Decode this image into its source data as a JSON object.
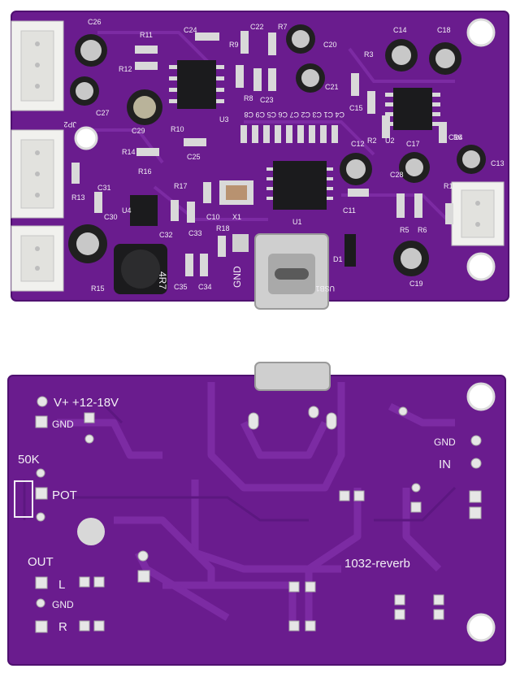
{
  "colors": {
    "board": "#6a1c8e",
    "board_edge": "#4f1170",
    "trace": "#7c2ba3",
    "pad": "#d9d9d9",
    "silk": "#f2eef5",
    "chip": "#1b1b1d",
    "connector": "#f1f1ee",
    "cap_body": "#202020",
    "cap_top": "#c8c8c8"
  },
  "top_board": {
    "usb_label": "USB1",
    "gnd_label": "GND",
    "inductor_label": "4R7",
    "crystal_label": "X1",
    "connector_labels": [
      "JP2"
    ],
    "chip_labels": [
      "U1",
      "U2",
      "U3",
      "U4"
    ],
    "cap_labels": [
      "C26",
      "C27",
      "C29",
      "C24",
      "C22",
      "C23",
      "C20",
      "C21",
      "C14",
      "C18",
      "C15",
      "C12",
      "C17",
      "C28",
      "C16",
      "C13",
      "C19",
      "C11",
      "C10",
      "C25",
      "C31",
      "C30",
      "C32",
      "C33",
      "C34",
      "C35"
    ],
    "resistor_labels": [
      "R11",
      "R12",
      "R7",
      "R9",
      "R8",
      "R10",
      "R14",
      "R16",
      "R13",
      "R17",
      "R18",
      "R15",
      "R1",
      "R2",
      "R3",
      "R4",
      "R5",
      "R6"
    ],
    "row_label": "C4 C1 C3 C2 C7 C6 C5 C9 C8",
    "diode_label": "D1"
  },
  "bottom_board": {
    "power_label": "V+ +12-18V",
    "gnd_top": "GND",
    "pot_value": "50K",
    "pot_label": "POT",
    "gnd_right": "GND",
    "in_label": "IN",
    "out_label": "OUT",
    "left_label": "L",
    "gnd_out": "GND",
    "right_label": "R",
    "model_label": "1032-reverb"
  }
}
